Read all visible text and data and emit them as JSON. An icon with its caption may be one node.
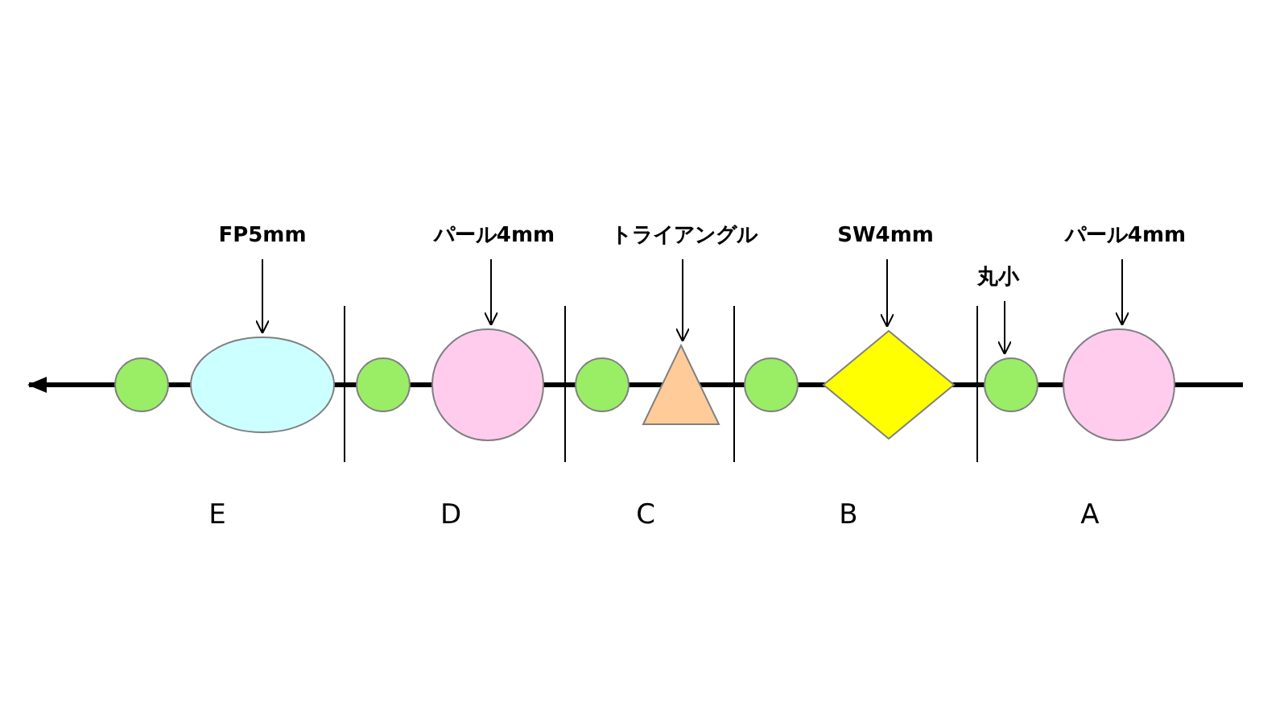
{
  "diagram": {
    "nodes": [
      {
        "text": [
          "FP5mm"
        ]
      },
      {
        "text": [
          "パール4mm"
        ]
      },
      {
        "text": [
          "トライアングル"
        ]
      },
      {
        "text": [
          "SW4mm"
        ]
      },
      {
        "text": [
          "丸小"
        ]
      },
      {
        "text": [
          "パール4mm"
        ]
      },
      {
        "text": [],
        "shape": "circle"
      },
      {
        "text": [],
        "shape": "ellipse"
      },
      {
        "text": [],
        "shape": "circle"
      },
      {
        "text": [],
        "shape": "circle"
      },
      {
        "text": [],
        "shape": "circle"
      },
      {
        "text": [],
        "shape": "triangle"
      },
      {
        "text": [],
        "shape": "circle"
      },
      {
        "text": [],
        "shape": "diamond"
      },
      {
        "text": [],
        "shape": "circle"
      },
      {
        "text": [],
        "shape": "circle"
      }
    ],
    "edges": [
      {
        "from": 0,
        "to": 7,
        "arrow": "to"
      },
      {
        "from": 1,
        "to": 9,
        "arrow": "to"
      },
      {
        "from": 2,
        "to": 11,
        "arrow": "to"
      },
      {
        "from": 3,
        "to": 13,
        "arrow": "to"
      },
      {
        "from": 4,
        "to": 14,
        "arrow": "to"
      },
      {
        "from": 5,
        "to": 15,
        "arrow": "to"
      }
    ],
    "labels": [
      "E",
      "D",
      "C",
      "B",
      "A"
    ]
  }
}
